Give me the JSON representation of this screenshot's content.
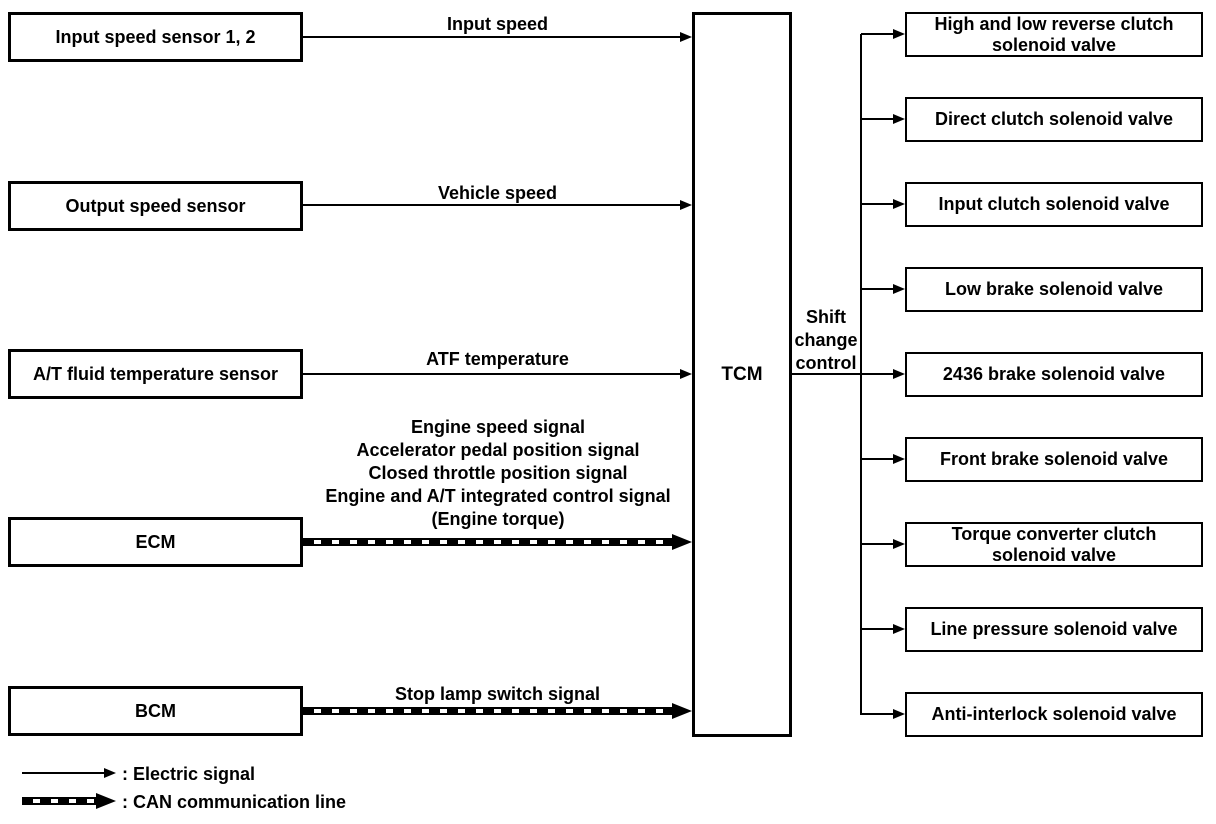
{
  "diagram": {
    "background": "#ffffff",
    "line_color": "#000000",
    "tcm_label": "TCM",
    "shift_change_label": "Shift change control"
  },
  "inputs": [
    {
      "label": "Input speed sensor 1, 2",
      "signal": "Input speed",
      "signal_type": "electric"
    },
    {
      "label": "Output speed sensor",
      "signal": "Vehicle speed",
      "signal_type": "electric"
    },
    {
      "label": "A/T fluid temperature sensor",
      "signal": "ATF temperature",
      "signal_type": "electric"
    },
    {
      "label": "ECM",
      "signal": "Engine speed signal\nAccelerator pedal position signal\nClosed throttle position signal\nEngine and A/T integrated control signal\n(Engine torque)",
      "signal_type": "can"
    },
    {
      "label": "BCM",
      "signal": "Stop lamp switch signal",
      "signal_type": "can"
    }
  ],
  "outputs": [
    {
      "label": "High and low reverse clutch solenoid valve"
    },
    {
      "label": "Direct clutch solenoid valve"
    },
    {
      "label": "Input clutch solenoid valve"
    },
    {
      "label": "Low brake solenoid valve"
    },
    {
      "label": "2436 brake solenoid valve"
    },
    {
      "label": "Front brake solenoid valve"
    },
    {
      "label": "Torque converter clutch solenoid valve"
    },
    {
      "label": "Line pressure solenoid valve"
    },
    {
      "label": "Anti-interlock solenoid valve"
    }
  ],
  "legend": {
    "items": [
      {
        "symbol": "electric-signal-arrow",
        "label": ": Electric signal"
      },
      {
        "symbol": "can-communication-arrow",
        "label": ": CAN communication line"
      }
    ]
  }
}
